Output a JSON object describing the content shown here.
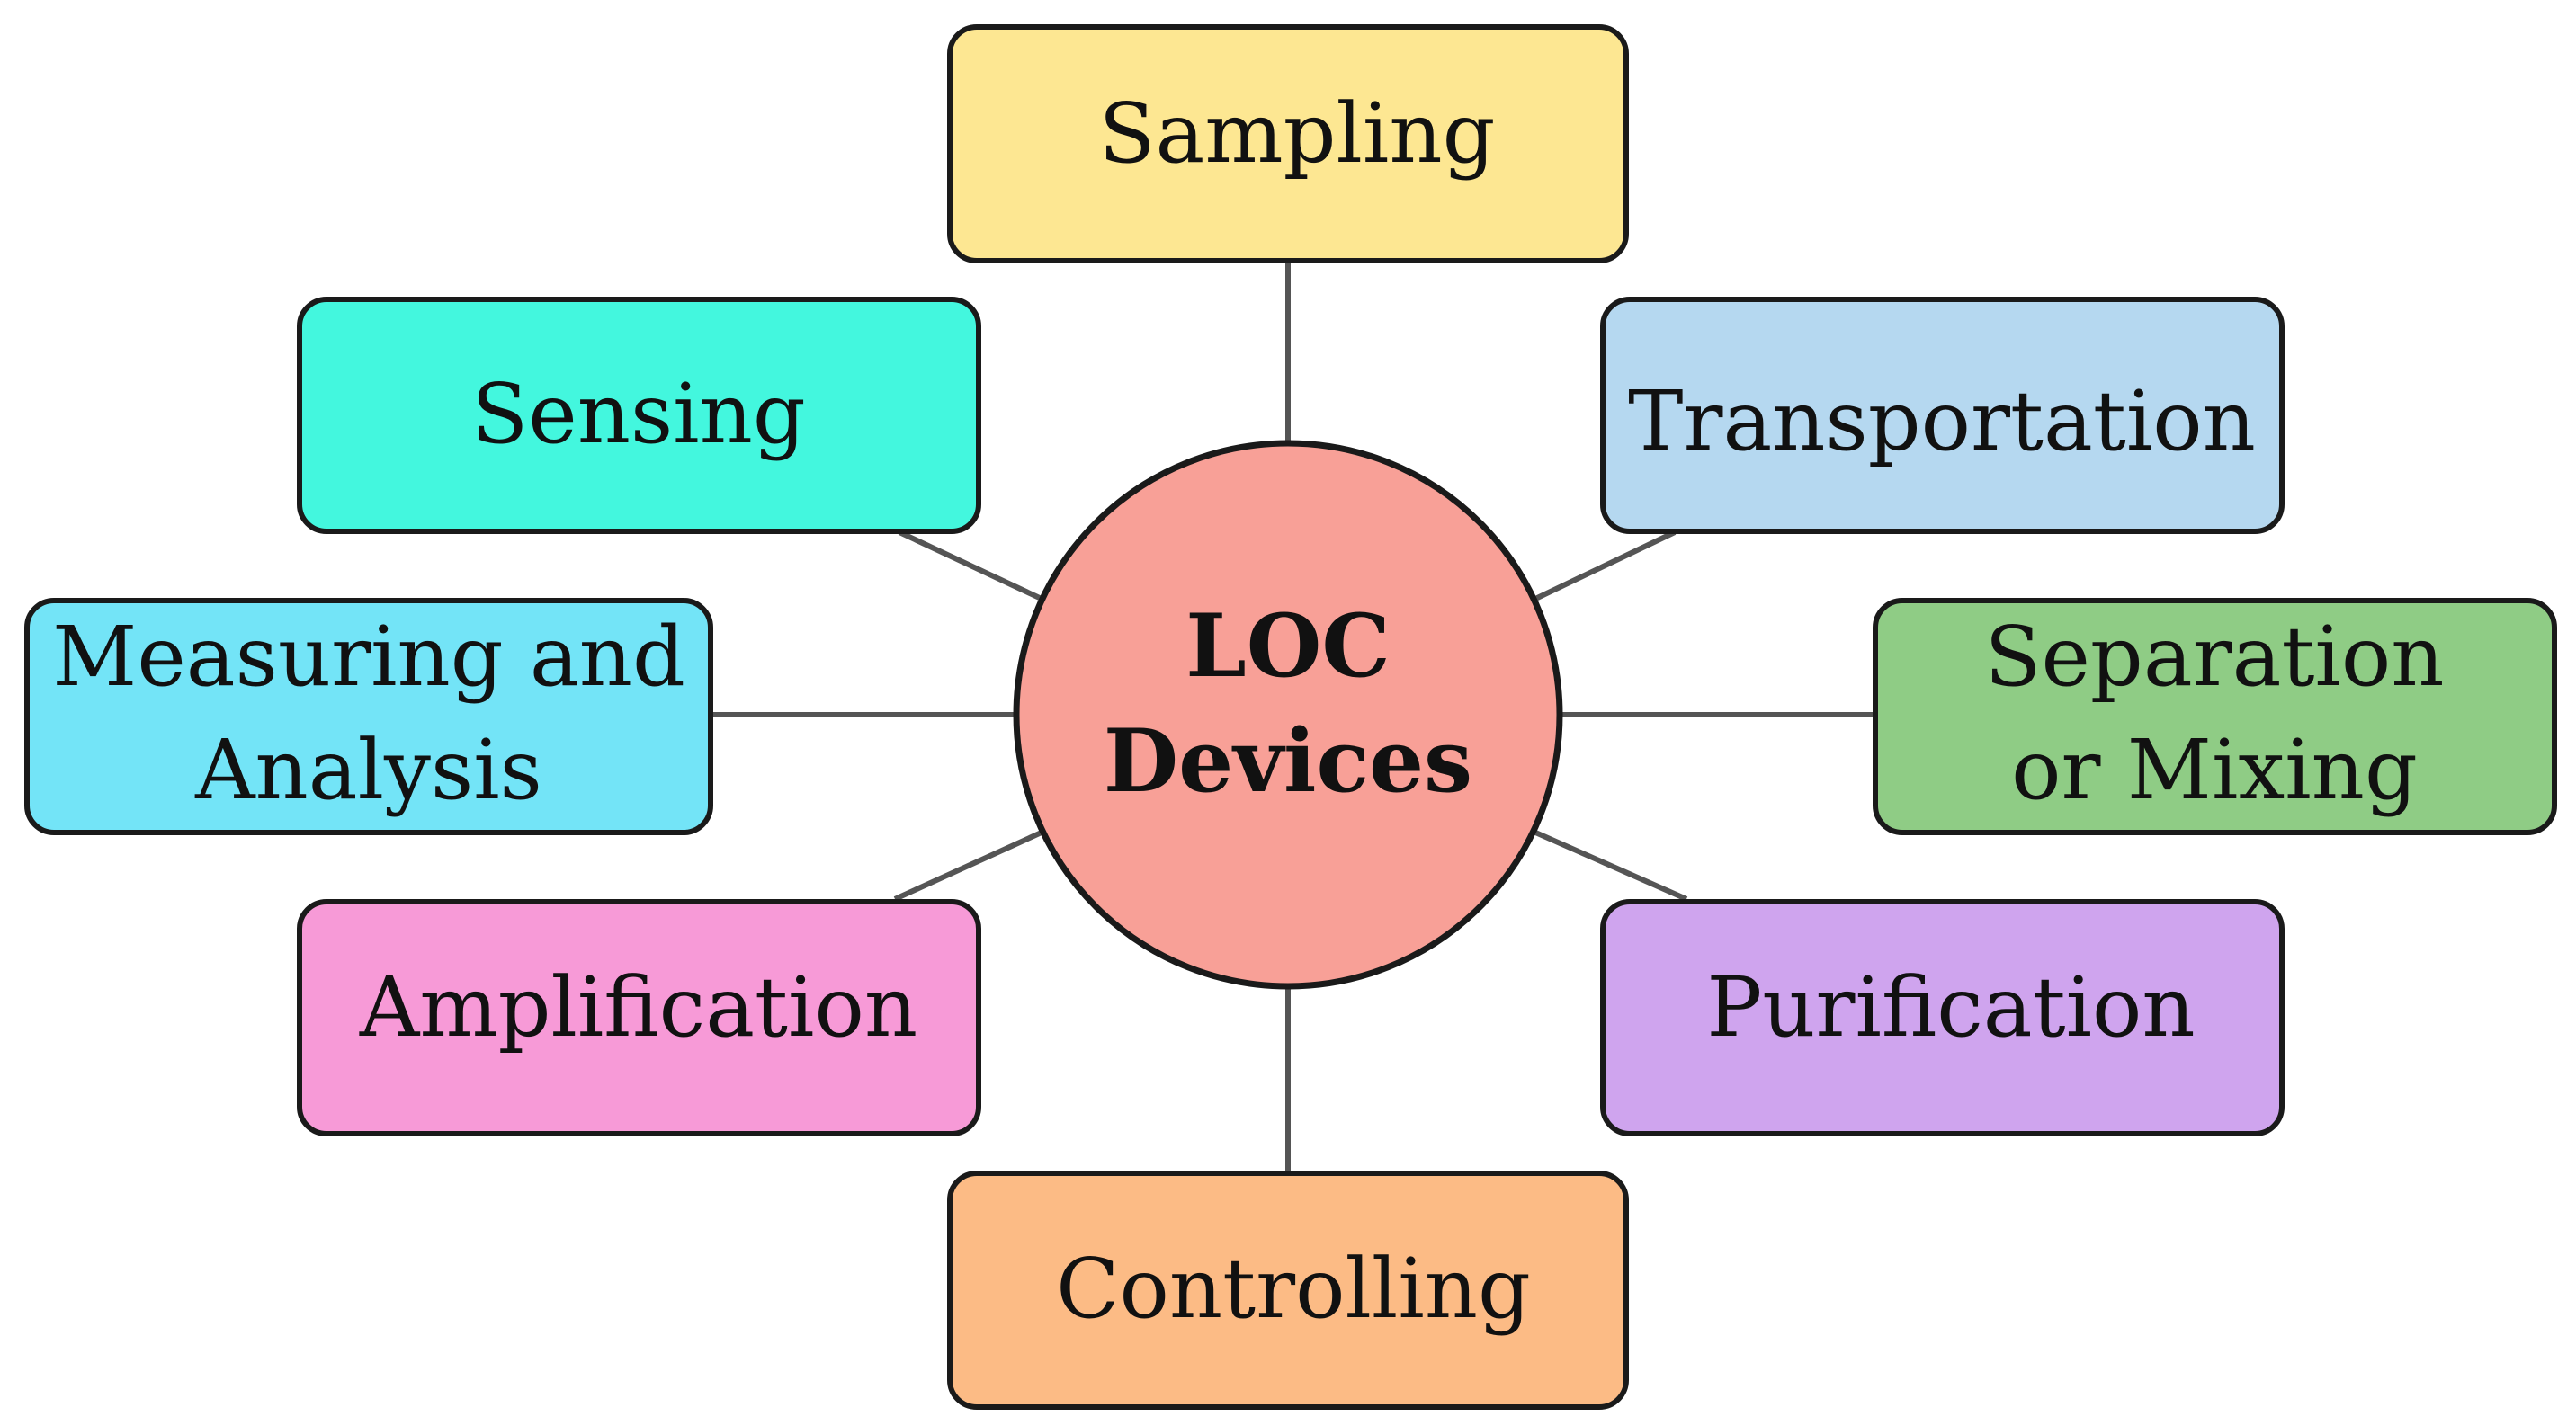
{
  "center": {
    "line1": "LOC",
    "line2": "Devices",
    "color": "#f8a097"
  },
  "nodes": {
    "sampling": {
      "label": "Sampling",
      "color": "#fde792"
    },
    "transportation": {
      "label": "Transportation",
      "color": "#b5d8f0"
    },
    "separation": {
      "line1": "Separation",
      "line2": "or Mixing",
      "color": "#8fcc85"
    },
    "purification": {
      "label": "Purification",
      "color": "#cfa4ee"
    },
    "controlling": {
      "label": "Controlling",
      "color": "#fcbb85"
    },
    "amplification": {
      "label": "Amplification",
      "color": "#f79ad7"
    },
    "measuring": {
      "line1": "Measuring and",
      "line2": "Analysis",
      "color": "#73e4f7"
    },
    "sensing": {
      "label": "Sensing",
      "color": "#43f7de"
    }
  }
}
